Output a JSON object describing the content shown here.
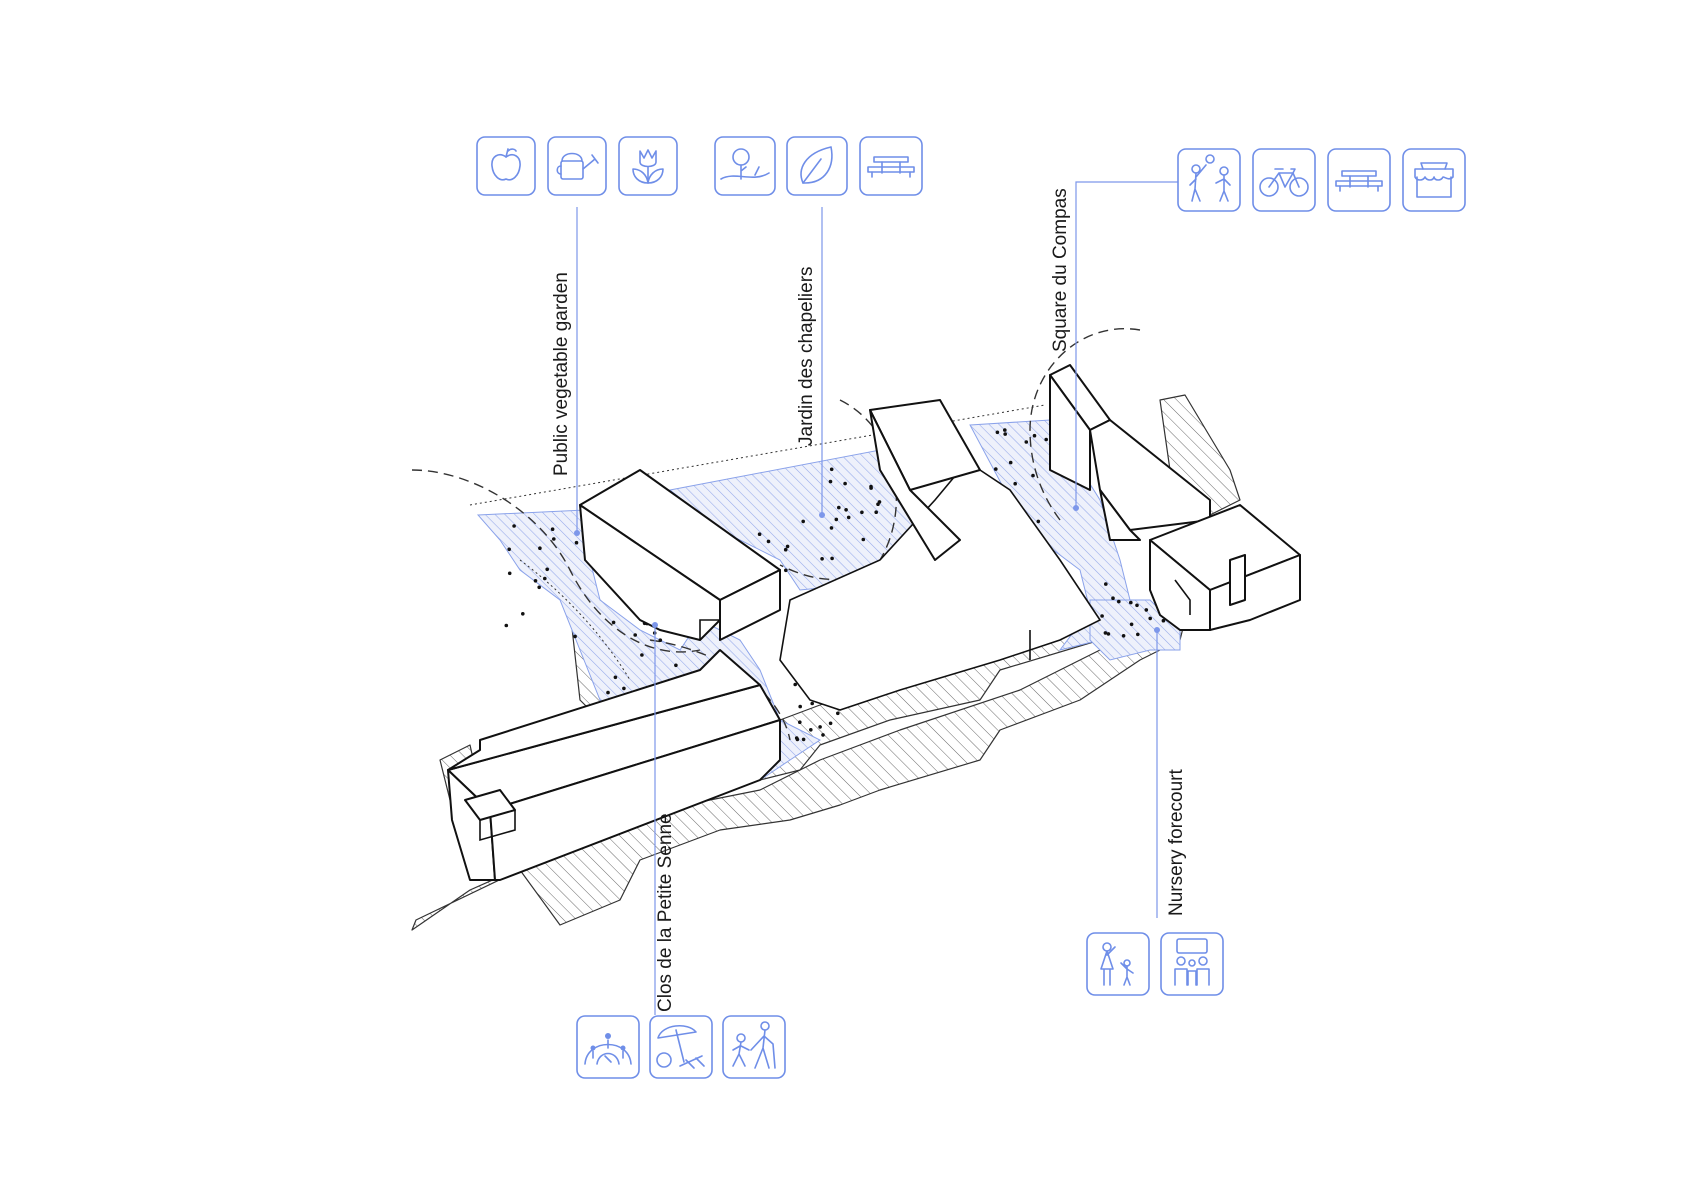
{
  "labels": {
    "vegetable_garden": "Public vegetable garden",
    "jardin": "Jardin des chapeliers",
    "square": "Square du Compas",
    "clos": "Clos de la Petite Senne",
    "nursery": "Nursery forecourt"
  },
  "colors": {
    "accent_blue": "#6f8ee8",
    "line_black": "#111111",
    "hatch_grey": "#555555"
  },
  "icon_groups": {
    "vegetable_garden": [
      "apple-icon",
      "watering-can-icon",
      "tulip-icon"
    ],
    "jardin": [
      "tree-icon",
      "leaf-icon",
      "picnic-table-icon"
    ],
    "square": [
      "ball-play-icon",
      "bicycle-icon",
      "picnic-table-icon",
      "market-stall-icon"
    ],
    "clos": [
      "climbing-frame-icon",
      "parasol-deckchair-icon",
      "walking-family-icon"
    ],
    "nursery": [
      "parent-child-icon",
      "people-group-icon"
    ]
  }
}
